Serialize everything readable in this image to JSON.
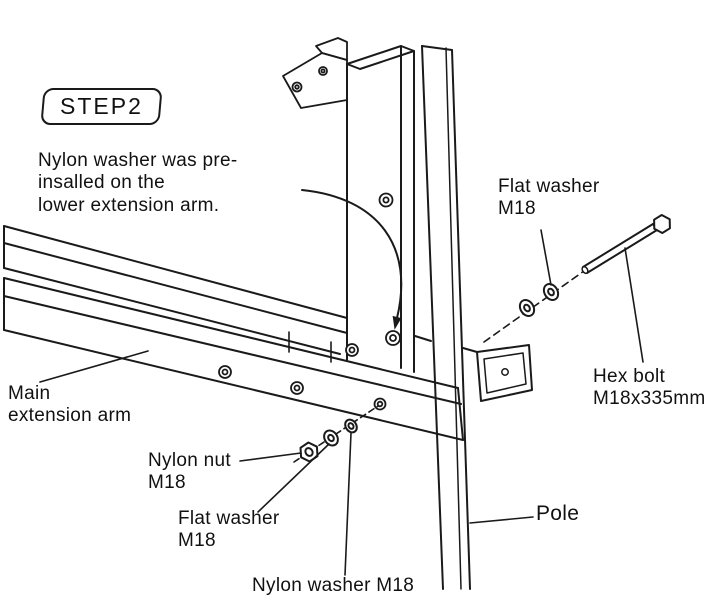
{
  "colors": {
    "background": "#ffffff",
    "line": "#1a1a1a",
    "text": "#111111"
  },
  "step_badge": {
    "label": "STEP2"
  },
  "annotation": {
    "text": "Nylon washer was pre-\ninsalled on the\nlower extension arm."
  },
  "labels": {
    "flat_washer_top": {
      "text": "Flat washer\nM18"
    },
    "hex_bolt": {
      "text": "Hex bolt\nM18x335mm"
    },
    "main_extension_arm": {
      "text": "Main\nextension arm"
    },
    "nylon_nut": {
      "text": "Nylon nut\nM18"
    },
    "flat_washer_bottom": {
      "text": "Flat washer\nM18"
    },
    "nylon_washer_bottom": {
      "text": "Nylon washer M18"
    },
    "pole": {
      "text": "Pole"
    }
  }
}
